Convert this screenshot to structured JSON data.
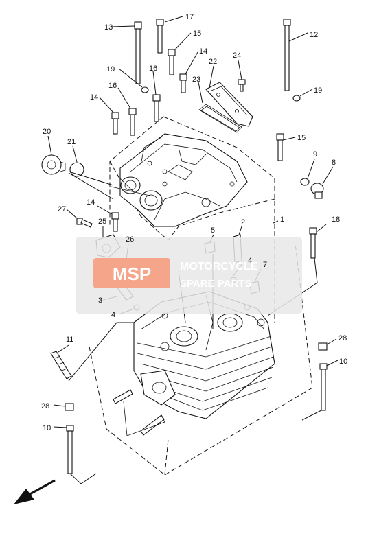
{
  "callouts": [
    {
      "id": "13",
      "text": "13"
    },
    {
      "id": "17",
      "text": "17"
    },
    {
      "id": "15a",
      "text": "15"
    },
    {
      "id": "12",
      "text": "12"
    },
    {
      "id": "14a",
      "text": "14"
    },
    {
      "id": "22",
      "text": "22"
    },
    {
      "id": "24",
      "text": "24"
    },
    {
      "id": "19a",
      "text": "19"
    },
    {
      "id": "16a",
      "text": "16"
    },
    {
      "id": "23",
      "text": "23"
    },
    {
      "id": "19b",
      "text": "19"
    },
    {
      "id": "16b",
      "text": "16"
    },
    {
      "id": "14b",
      "text": "14"
    },
    {
      "id": "20",
      "text": "20"
    },
    {
      "id": "21",
      "text": "21"
    },
    {
      "id": "15b",
      "text": "15"
    },
    {
      "id": "9",
      "text": "9"
    },
    {
      "id": "8",
      "text": "8"
    },
    {
      "id": "27",
      "text": "27"
    },
    {
      "id": "14c",
      "text": "14"
    },
    {
      "id": "1",
      "text": "1"
    },
    {
      "id": "25",
      "text": "25"
    },
    {
      "id": "5",
      "text": "5"
    },
    {
      "id": "2",
      "text": "2"
    },
    {
      "id": "18",
      "text": "18"
    },
    {
      "id": "26",
      "text": "26"
    },
    {
      "id": "4a",
      "text": "4"
    },
    {
      "id": "7",
      "text": "7"
    },
    {
      "id": "3",
      "text": "3"
    },
    {
      "id": "4b",
      "text": "4"
    },
    {
      "id": "11",
      "text": "11"
    },
    {
      "id": "28a",
      "text": "28"
    },
    {
      "id": "10a",
      "text": "10"
    },
    {
      "id": "28b",
      "text": "28"
    },
    {
      "id": "10b",
      "text": "10"
    }
  ],
  "watermark": {
    "brand": "MSP",
    "line1": "MOTORCYCLE",
    "line2": "SPARE PARTS",
    "color": "#e8e8e8",
    "accent": "#f4a58a"
  },
  "icons": {
    "direction_arrow": "front-direction-arrow-icon"
  }
}
